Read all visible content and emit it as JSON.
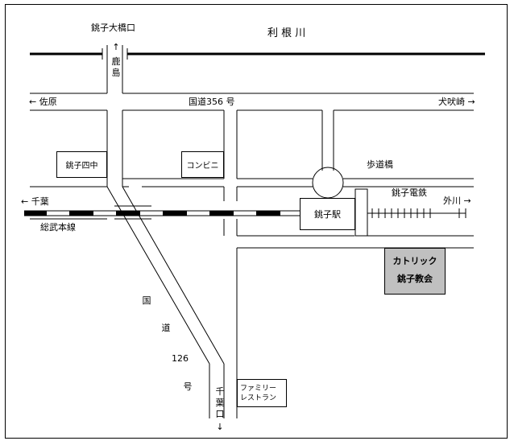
{
  "map": {
    "river": "利 根 川",
    "bridge_top": "銚子大橋口",
    "north_arrow": "↑",
    "north_dest": "鹿島",
    "road_left": "← 佐原",
    "road_356": "国道356 号",
    "road_right": "犬吠崎 →",
    "school": "銚子四中",
    "convenience": "コンビニ",
    "footbridge": "歩道橋",
    "choshi_dentetsu": "銚子電鉄",
    "chiba_left": "← 千葉",
    "sobu_line": "総武本線",
    "station": "銚子駅",
    "tokawa": "外川 →",
    "church_line1": "カトリック",
    "church_line2": "銚子教会",
    "route126_chars": [
      "国",
      "道",
      "126",
      "号"
    ],
    "chiba_bottom": "千葉口",
    "chiba_bottom_arrow": "↓",
    "family_line1": "ファミリー",
    "family_line2": "レストラン"
  }
}
